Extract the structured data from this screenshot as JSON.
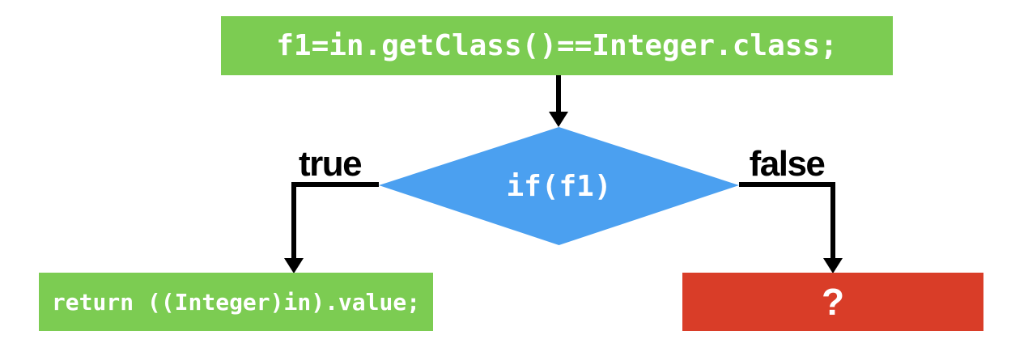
{
  "colors": {
    "box_green": "#7CCC52",
    "box_blue": "#4BA0F0",
    "box_red": "#D93D28",
    "line_black": "#000000",
    "text_white": "#ffffff",
    "text_black": "#000000"
  },
  "flowchart": {
    "top_box": {
      "code": "f1=in.getClass()==Integer.class;"
    },
    "decision": {
      "code": "if(f1)"
    },
    "true_branch": {
      "label": "true",
      "result_box": {
        "code": "return ((Integer)in).value;"
      }
    },
    "false_branch": {
      "label": "false",
      "result_box": {
        "code": "?"
      }
    }
  }
}
